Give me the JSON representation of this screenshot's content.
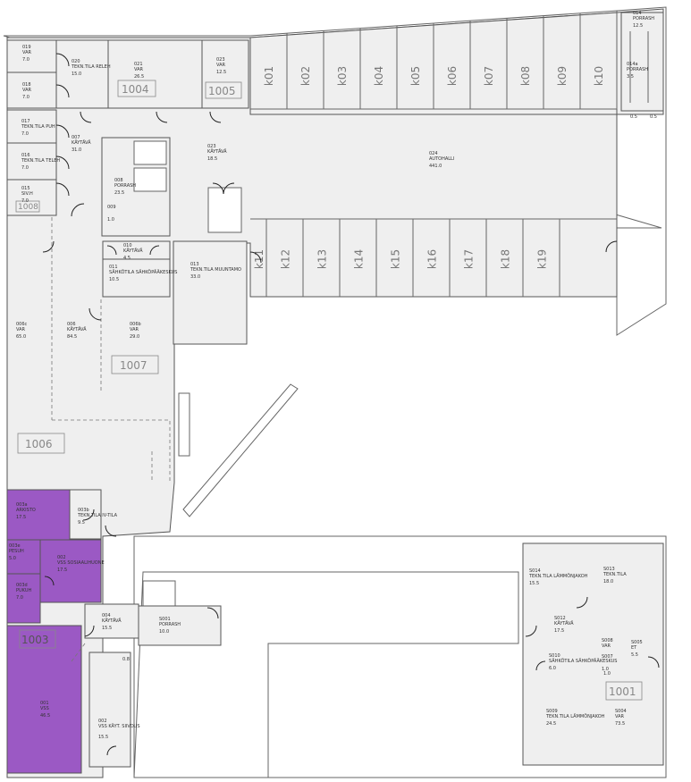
{
  "plan": {
    "color_highlight": "#9b59c4",
    "color_room": "#efefef",
    "zone_tags": [
      "1004",
      "1005",
      "1008",
      "1007",
      "1006",
      "1003",
      "1001"
    ],
    "stalls_top": [
      "k01",
      "k02",
      "k03",
      "k04",
      "k05",
      "k06",
      "k07",
      "k08",
      "k09",
      "k10"
    ],
    "stalls_bottom": [
      "k11",
      "k12",
      "k13",
      "k14",
      "k15",
      "k16",
      "k17",
      "k18",
      "k19"
    ],
    "rooms": [
      {
        "id": "019",
        "name": "VAR",
        "area": "7.0"
      },
      {
        "id": "018",
        "name": "VAR",
        "area": "7.0"
      },
      {
        "id": "020",
        "name": "TEKN.TILA RELEH",
        "area": "15.0"
      },
      {
        "id": "021",
        "name": "VAR",
        "area": "26.5"
      },
      {
        "id": "023",
        "name": "VAR",
        "area": "12.5"
      },
      {
        "id": "017",
        "name": "TEKN.TILA PUH",
        "area": "7.0"
      },
      {
        "id": "016",
        "name": "TEKN.TILA TELEH",
        "area": "7.0"
      },
      {
        "id": "015",
        "name": "SIV.H",
        "area": "7.0"
      },
      {
        "id": "007",
        "name": "KÄYTÄVÄ",
        "area": "31.0"
      },
      {
        "id": "008",
        "name": "PORRASH",
        "area": "23.5"
      },
      {
        "id": "023",
        "name": "KÄYTÄVÄ",
        "area": "18.5"
      },
      {
        "id": "024",
        "name": "AUTOHALLI",
        "area": "441.0"
      },
      {
        "id": "014",
        "name": "PORRASH",
        "area": "12.5"
      },
      {
        "id": "014a",
        "name": "PORRASH",
        "area": "3.5"
      },
      {
        "id": "009",
        "name": "",
        "area": "1.0"
      },
      {
        "id": "010",
        "name": "KÄYTÄVÄ",
        "area": "4.5"
      },
      {
        "id": "011",
        "name": "SÄHKÖTILA SÄHKÖPÄÄKESKUS",
        "area": "10.5"
      },
      {
        "id": "013",
        "name": "TEKN.TILA MUUNTAMO",
        "area": "33.0"
      },
      {
        "id": "006c",
        "name": "VAR",
        "area": "65.0"
      },
      {
        "id": "006",
        "name": "KÄYTÄVÄ",
        "area": "84.5"
      },
      {
        "id": "006b",
        "name": "VAR",
        "area": "29.0"
      },
      {
        "id": "003a",
        "name": "ARKISTO",
        "area": "17.5"
      },
      {
        "id": "003b",
        "name": "TEKN.TILA IV-TILA",
        "area": "9.5"
      },
      {
        "id": "003e",
        "name": "PESUH",
        "area": "5.0"
      },
      {
        "id": "003d",
        "name": "PUKUH",
        "area": "7.0"
      },
      {
        "id": "002",
        "name": "VSS SOSIAALIHUONE",
        "area": "17.5"
      },
      {
        "id": "001",
        "name": "VSS",
        "area": "46.5"
      },
      {
        "id": "004",
        "name": "KÄYTÄVÄ",
        "area": "15.5"
      },
      {
        "id": "002",
        "name": "VSS KÄYT. SIIVOUS",
        "area": "15.5"
      },
      {
        "id": "S001",
        "name": "PORRASH",
        "area": "10.0"
      },
      {
        "id": "S014",
        "name": "TEKN.TILA LÄMMÖNJAKOH",
        "area": "15.5"
      },
      {
        "id": "S013",
        "name": "TEKN.TILA",
        "area": "18.0"
      },
      {
        "id": "S012",
        "name": "KÄYTÄVÄ",
        "area": "17.5"
      },
      {
        "id": "S010",
        "name": "SÄHKÖTILA SÄHKÖPÄÄKESKUS",
        "area": "6.0"
      },
      {
        "id": "S009",
        "name": "TEKN.TILA LÄMMÖNJAKOH",
        "area": "24.5"
      },
      {
        "id": "S008",
        "name": "VAR",
        "area": ""
      },
      {
        "id": "S007",
        "name": "",
        "area": "1.0"
      },
      {
        "id": "S005",
        "name": "ET",
        "area": "5.5"
      },
      {
        "id": "S004",
        "name": "VAR",
        "area": "73.5"
      }
    ],
    "small_areas": [
      "0.5",
      "0.5",
      "1.0",
      "0.8"
    ]
  }
}
